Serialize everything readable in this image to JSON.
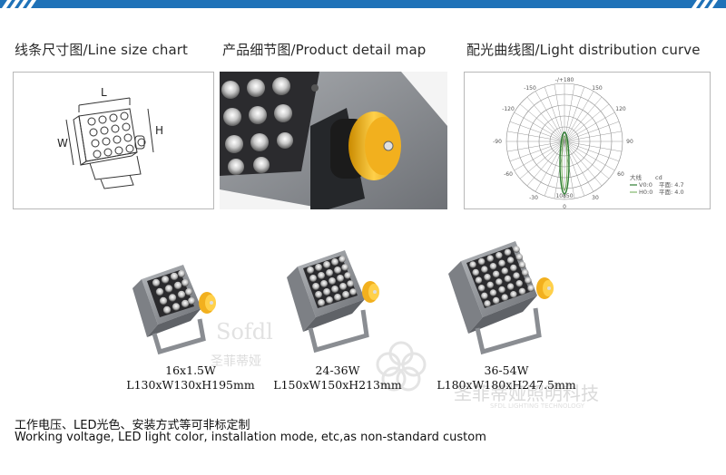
{
  "colors": {
    "accent": "#1f72b8",
    "lamp_body": "#8f9296",
    "knob": "#f2b01e",
    "curve_green": "#2e7d32"
  },
  "sections": [
    {
      "title": "线条尺寸图/Line size chart"
    },
    {
      "title": "产品细节图/Product detail map"
    },
    {
      "title": "配光曲线图/Light distribution curve"
    }
  ],
  "dimension_labels": {
    "length": "L",
    "width": "W",
    "height": "H"
  },
  "polar_chart": {
    "angle_labels": [
      "-/+180",
      "150",
      "-150",
      "120",
      "-120",
      "90",
      "-90",
      "60",
      "-60",
      "-30",
      "30",
      "0"
    ],
    "intensity_label": "10850",
    "unit": "cd",
    "legend_title": "大线",
    "legend": [
      {
        "name": "V0:0",
        "value": "平面: 4.7"
      },
      {
        "name": "H0:0",
        "value": "平面: 4.0"
      }
    ]
  },
  "products": [
    {
      "icon": "lamp-16-led-icon",
      "power": "16x1.5W",
      "size": "L130xW130xH195mm"
    },
    {
      "icon": "lamp-25-led-icon",
      "power": "24-36W",
      "size": "L150xW150xH213mm"
    },
    {
      "icon": "lamp-36-led-icon",
      "power": "36-54W",
      "size": "L180xW180xH247.5mm"
    }
  ],
  "watermark": {
    "logo": "Sofdl",
    "brand": "圣菲蒂娅",
    "company": "圣菲蒂娅照明科技",
    "company_en": "SFDL LIGHTING TECHNOLOGY"
  },
  "footer": {
    "line_cn": "工作电压、LED光色、安装方式等可非标定制",
    "line_en": "Working voltage, LED light color, installation mode, etc,as non-standard custom"
  }
}
